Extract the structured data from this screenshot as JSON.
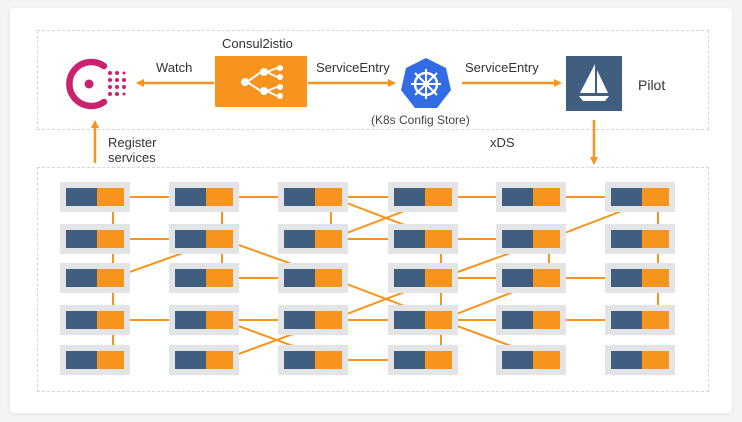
{
  "labels": {
    "watch": "Watch",
    "consul2istio": "Consul2istio",
    "service_entry_1": "ServiceEntry",
    "service_entry_2": "ServiceEntry",
    "k8s_config_store": "(K8s Config Store)",
    "pilot": "Pilot",
    "register_line1": "Register",
    "register_line2": "services",
    "xds": "xDS"
  },
  "icons": {
    "consul": "consul-logo-icon",
    "consul2istio": "hierarchy-tree-icon",
    "kubernetes": "helm-wheel-icon",
    "pilot": "sailboat-icon"
  },
  "colors": {
    "orange": "#f7941d",
    "service_blue": "#3f5e80",
    "consul_pink": "#ca2171",
    "k8s_blue": "#326ce5",
    "node_gray": "#e3e4e6"
  },
  "mesh": {
    "columns": 6,
    "rows": 5
  }
}
